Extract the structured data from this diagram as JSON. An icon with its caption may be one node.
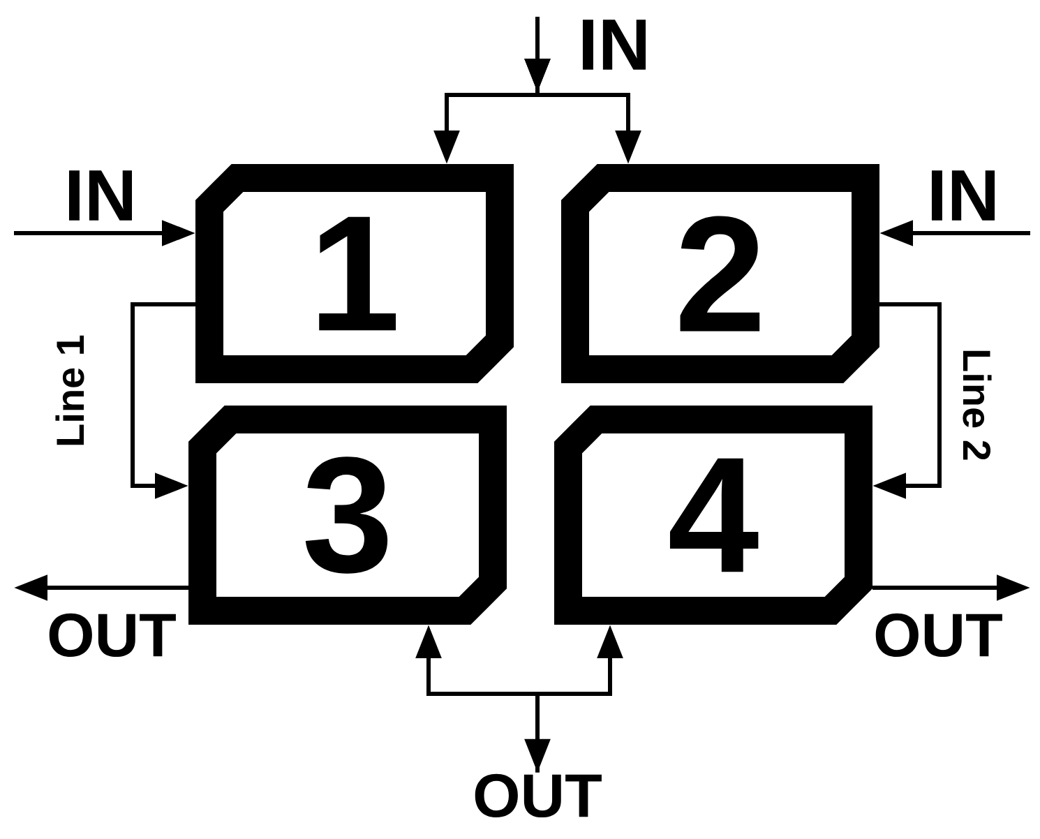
{
  "diagram": {
    "nodes": [
      {
        "text": [
          "1"
        ]
      },
      {
        "text": [
          "2"
        ]
      },
      {
        "text": [
          "3"
        ]
      },
      {
        "text": [
          "4"
        ]
      },
      {
        "text": [
          "OUT"
        ]
      }
    ],
    "edges": [
      {
        "from": null,
        "to": 0,
        "arrow": "to",
        "label": "IN"
      },
      {
        "from": null,
        "to": 1,
        "arrow": "to",
        "label": "IN"
      },
      {
        "from": null,
        "to": 0,
        "arrow": "to"
      },
      {
        "from": null,
        "to": 1,
        "arrow": "to"
      },
      {
        "from": 0,
        "to": 2,
        "arrow": "to",
        "label": "Line 1"
      },
      {
        "from": 1,
        "to": 3,
        "arrow": "to",
        "label": "Line 2"
      },
      {
        "from": 2,
        "to": null,
        "arrow": "to",
        "label": "OUT"
      },
      {
        "from": 3,
        "to": null,
        "arrow": "to",
        "label": "OUT"
      },
      {
        "from": 2,
        "to": 4,
        "arrow": "both"
      },
      {
        "from": 4,
        "to": 3,
        "arrow": "to"
      }
    ],
    "labels": [
      "IN"
    ]
  }
}
